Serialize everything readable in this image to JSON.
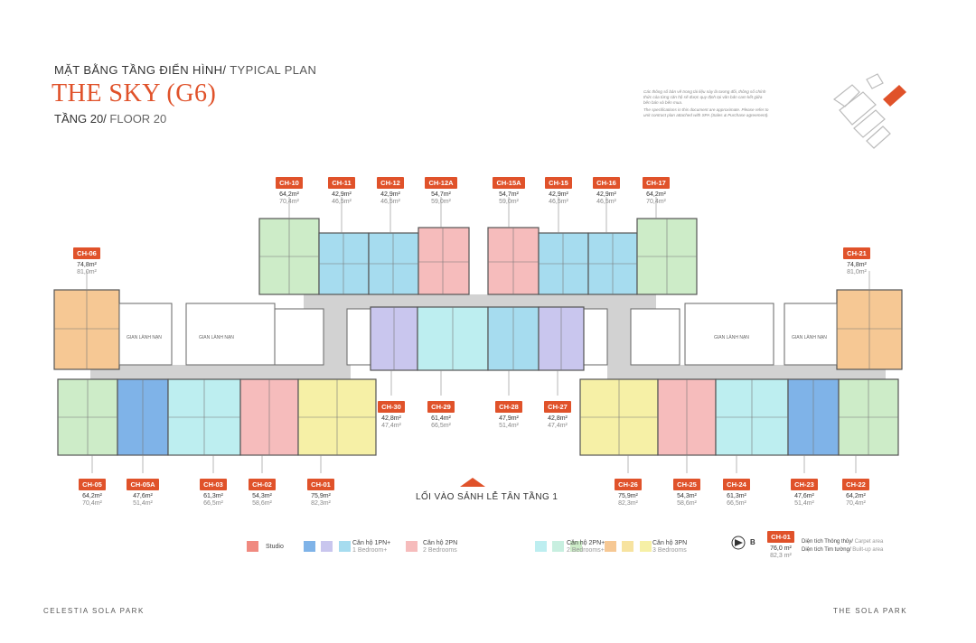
{
  "header": {
    "subtitle_main": "MẶT BẰNG TẦNG ĐIỂN HÌNH/",
    "subtitle_en": " TYPICAL PLAN",
    "title": "THE SKY (G6)",
    "floor_main": "TẦNG 20/",
    "floor_en": " FLOOR 20"
  },
  "disclaimer": {
    "vi": "Các thông số bản vẽ trong tài liệu này là tương đối, thông số chính thức của từng căn hộ sẽ được quy định tại văn bản cam kết giữa bên bán và bên mua.",
    "en": "The specifications in this document are approximate. Please refer to unit contract plan attached with SPA (Sales & Purchase agreement)."
  },
  "units_top": [
    {
      "code": "CH-10",
      "carpet": "64,2m²",
      "builtup": "70,4m²"
    },
    {
      "code": "CH-11",
      "carpet": "42,9m²",
      "builtup": "46,5m²"
    },
    {
      "code": "CH-12",
      "carpet": "42,9m²",
      "builtup": "46,5m²"
    },
    {
      "code": "CH-12A",
      "carpet": "54,7m²",
      "builtup": "59,0m²"
    },
    {
      "code": "CH-15A",
      "carpet": "54,7m²",
      "builtup": "59,0m²"
    },
    {
      "code": "CH-15",
      "carpet": "42,9m²",
      "builtup": "46,5m²"
    },
    {
      "code": "CH-16",
      "carpet": "42,9m²",
      "builtup": "46,5m²"
    },
    {
      "code": "CH-17",
      "carpet": "64,2m²",
      "builtup": "70,4m²"
    }
  ],
  "units_side": [
    {
      "code": "CH-06",
      "carpet": "74,8m²",
      "builtup": "81,0m²"
    },
    {
      "code": "CH-21",
      "carpet": "74,8m²",
      "builtup": "81,0m²"
    }
  ],
  "units_mid": [
    {
      "code": "CH-30",
      "carpet": "42,8m²",
      "builtup": "47,4m²"
    },
    {
      "code": "CH-29",
      "carpet": "61,4m²",
      "builtup": "66,5m²"
    },
    {
      "code": "CH-28",
      "carpet": "47,9m²",
      "builtup": "51,4m²"
    },
    {
      "code": "CH-27",
      "carpet": "42,8m²",
      "builtup": "47,4m²"
    }
  ],
  "units_bottom": [
    {
      "code": "CH-05",
      "carpet": "64,2m²",
      "builtup": "70,4m²"
    },
    {
      "code": "CH-05A",
      "carpet": "47,6m²",
      "builtup": "51,4m²"
    },
    {
      "code": "CH-03",
      "carpet": "61,3m²",
      "builtup": "66,5m²"
    },
    {
      "code": "CH-02",
      "carpet": "54,3m²",
      "builtup": "58,6m²"
    },
    {
      "code": "CH-01",
      "carpet": "75,9m²",
      "builtup": "82,3m²"
    },
    {
      "code": "CH-26",
      "carpet": "75,9m²",
      "builtup": "82,3m²"
    },
    {
      "code": "CH-25",
      "carpet": "54,3m²",
      "builtup": "58,6m²"
    },
    {
      "code": "CH-24",
      "carpet": "61,3m²",
      "builtup": "66,5m²"
    },
    {
      "code": "CH-23",
      "carpet": "47,6m²",
      "builtup": "51,4m²"
    },
    {
      "code": "CH-22",
      "carpet": "64,2m²",
      "builtup": "70,4m²"
    }
  ],
  "rooms": {
    "drying": "GIAN LÀNH NẠN"
  },
  "entrance": "LỐI VÀO SẢNH LỄ TÂN TẦNG 1",
  "legend": {
    "studio": "Studio",
    "one_bed_vi": "Căn hộ 1PN+",
    "one_bed_en": "1 Bedroom+",
    "two_bed_vi": "Căn hộ 2PN",
    "two_bed_en": "2 Bedrooms",
    "two_bed_plus_vi": "Căn hộ 2PN+",
    "two_bed_plus_en": "2 Bedrooms+",
    "three_bed_vi": "Căn hộ 3PN",
    "three_bed_en": "3 Bedrooms",
    "sample_code": "CH-01",
    "sample_carpet": "76,0 m²",
    "sample_builtup": "82,3 m²",
    "carpet_vi": "Diện tích Thông thủy/",
    "carpet_en": " Carpet area",
    "builtup_vi": "Diện tích Tim tường/",
    "builtup_en": " Built-up area",
    "compass": "B"
  },
  "colors": {
    "accent": "#e0522a",
    "studio": "#f08a80",
    "one_bed": [
      "#7fb3e8",
      "#c9c6ee",
      "#a6dcef"
    ],
    "two_bed": "#f6bcbc",
    "two_bed_plus": [
      "#bdeef0",
      "#c8efe0",
      "#cdecc8"
    ],
    "three_bed": [
      "#f6c894",
      "#f7e3a0",
      "#f6f0a6"
    ]
  },
  "footer": {
    "left": "CELESTIA SOLA PARK",
    "right": "THE SOLA PARK"
  }
}
